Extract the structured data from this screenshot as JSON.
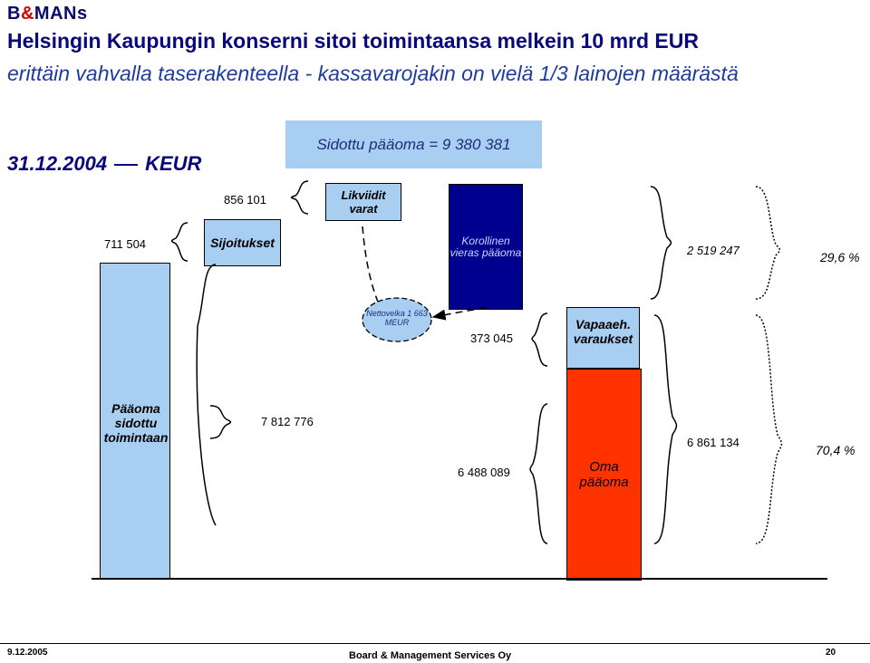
{
  "header": {
    "brand_b": "B",
    "brand_amp": "&",
    "brand_rest": "MANs",
    "title_line1": "Helsingin Kaupungin konserni sitoi toimintaansa melkein 10 mrd EUR",
    "title_line2": "erittäin vahvalla taserakenteella - kassavarojakin on vielä 1/3 lainojen määrästä"
  },
  "diagram": {
    "date": "31.12.2004",
    "unit": "KEUR",
    "sidottu": "Sidottu pääoma = 9 380 381",
    "likviidit_val": "856 101",
    "likviidit_label": "Likviidit varat",
    "sijoitukset_val": "711 504",
    "sijoitukset_label": "Sijoitukset",
    "korollinen_label": "Korollinen vieras pääoma",
    "korollinen_val": "2 519 247",
    "korollinen_pct": "29,6 %",
    "nettovelka_label": "Nettovelka 1 663 MEUR",
    "varaukset_val": "373 045",
    "varaukset_label": "Vapaaeh. varaukset",
    "paaoma_label": "Pääoma sidottu toimintaan",
    "paaoma_val": "7 812 776",
    "oma_val": "6 488 089",
    "oma_label": "Oma pääoma",
    "oma_plus_val": "6 861 134",
    "oma_pct": "70,4 %"
  },
  "footer": {
    "date": "9.12.2005",
    "company": "Board & Management Services Oy",
    "page": "20"
  },
  "colors": {
    "light_blue": "#a8cef2",
    "navy": "#00008f",
    "red_orange": "#ff3300"
  }
}
